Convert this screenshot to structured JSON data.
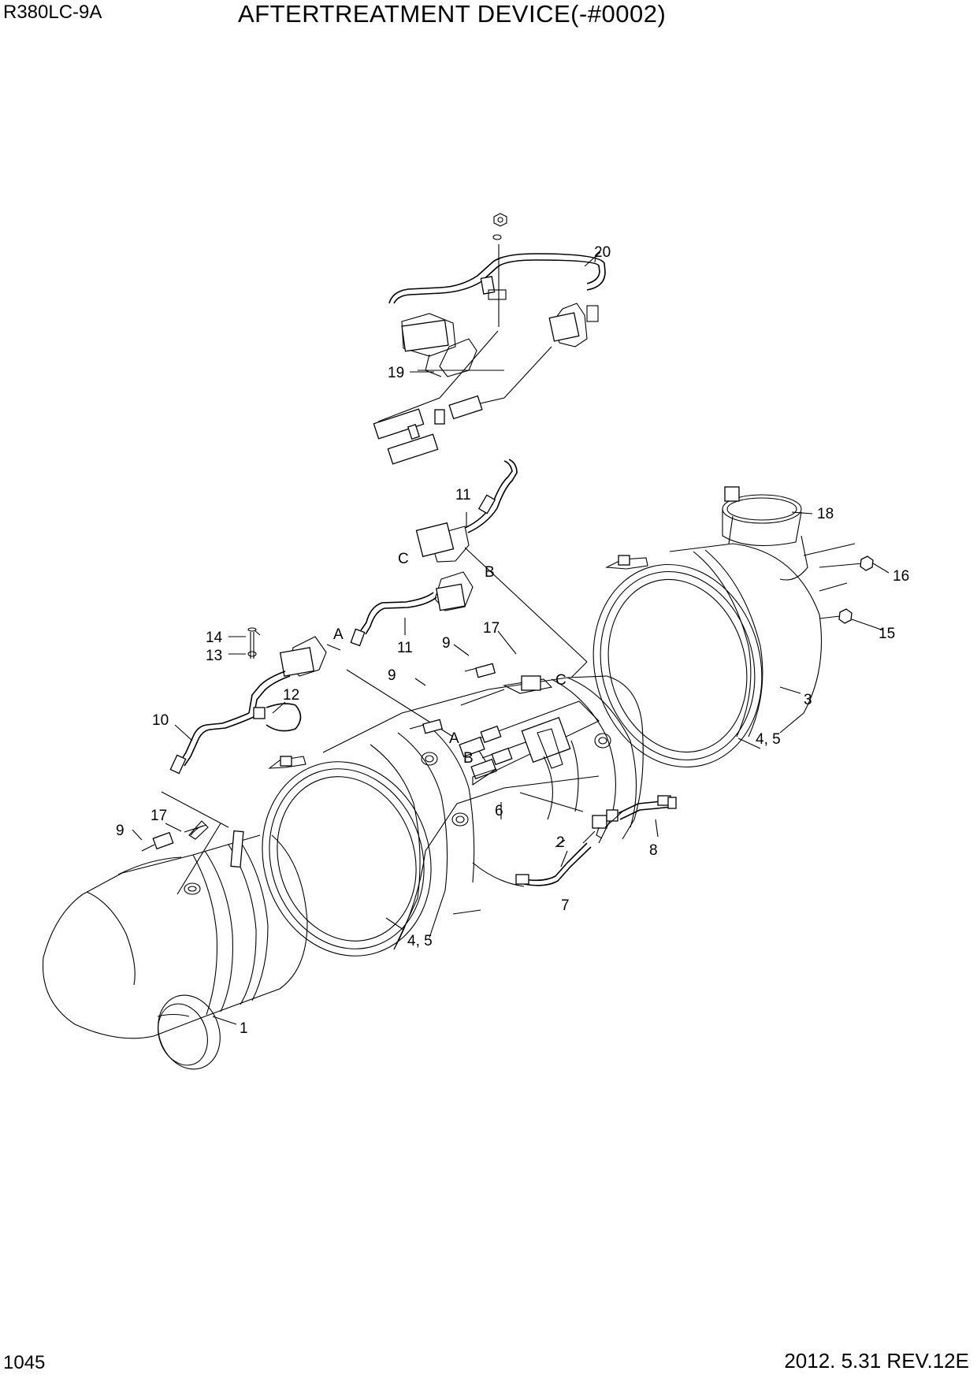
{
  "header": {
    "model": "R380LC-9A",
    "title": "AFTERTREATMENT DEVICE(-#0002)"
  },
  "footer": {
    "page_number": "1045",
    "date_rev": "2012. 5.31  REV.12E"
  },
  "callouts": {
    "c1": "1",
    "c2": "2",
    "c3": "3",
    "c4_5_left": "4, 5",
    "c4_5_right": "4, 5",
    "c6": "6",
    "c7": "7",
    "c8": "8",
    "c9_left": "9",
    "c9_mid": "9",
    "c9_top": "9",
    "c10": "10",
    "c11_top": "11",
    "c11_mid": "11",
    "c12": "12",
    "c13": "13",
    "c14": "14",
    "c15": "15",
    "c16": "16",
    "c17_left": "17",
    "c17_mid": "17",
    "c18": "18",
    "c19": "19",
    "c20": "20"
  },
  "connector_refs": {
    "a_top": "A",
    "b_top": "B",
    "c_top": "C",
    "a_center": "A",
    "b_center": "B",
    "c_center": "C"
  }
}
